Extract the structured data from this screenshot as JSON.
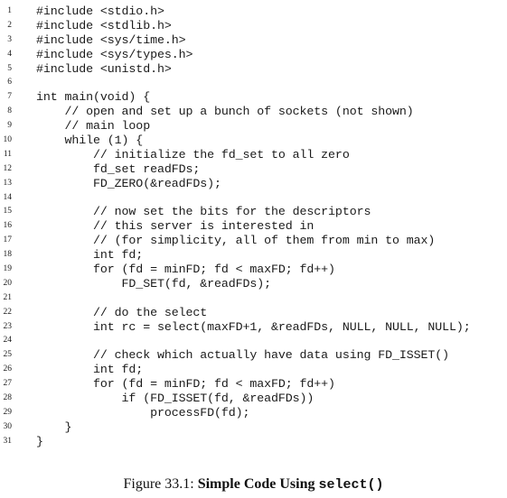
{
  "listing": {
    "lines": [
      {
        "number": "1",
        "code": "#include <stdio.h>"
      },
      {
        "number": "2",
        "code": "#include <stdlib.h>"
      },
      {
        "number": "3",
        "code": "#include <sys/time.h>"
      },
      {
        "number": "4",
        "code": "#include <sys/types.h>"
      },
      {
        "number": "5",
        "code": "#include <unistd.h>"
      },
      {
        "number": "6",
        "code": ""
      },
      {
        "number": "7",
        "code": "int main(void) {"
      },
      {
        "number": "8",
        "code": "    // open and set up a bunch of sockets (not shown)"
      },
      {
        "number": "9",
        "code": "    // main loop"
      },
      {
        "number": "10",
        "code": "    while (1) {"
      },
      {
        "number": "11",
        "code": "        // initialize the fd_set to all zero"
      },
      {
        "number": "12",
        "code": "        fd_set readFDs;"
      },
      {
        "number": "13",
        "code": "        FD_ZERO(&readFDs);"
      },
      {
        "number": "14",
        "code": ""
      },
      {
        "number": "15",
        "code": "        // now set the bits for the descriptors"
      },
      {
        "number": "16",
        "code": "        // this server is interested in"
      },
      {
        "number": "17",
        "code": "        // (for simplicity, all of them from min to max)"
      },
      {
        "number": "18",
        "code": "        int fd;"
      },
      {
        "number": "19",
        "code": "        for (fd = minFD; fd < maxFD; fd++)"
      },
      {
        "number": "20",
        "code": "            FD_SET(fd, &readFDs);"
      },
      {
        "number": "21",
        "code": ""
      },
      {
        "number": "22",
        "code": "        // do the select"
      },
      {
        "number": "23",
        "code": "        int rc = select(maxFD+1, &readFDs, NULL, NULL, NULL);"
      },
      {
        "number": "24",
        "code": ""
      },
      {
        "number": "25",
        "code": "        // check which actually have data using FD_ISSET()"
      },
      {
        "number": "26",
        "code": "        int fd;"
      },
      {
        "number": "27",
        "code": "        for (fd = minFD; fd < maxFD; fd++)"
      },
      {
        "number": "28",
        "code": "            if (FD_ISSET(fd, &readFDs))"
      },
      {
        "number": "29",
        "code": "                processFD(fd);"
      },
      {
        "number": "30",
        "code": "    }"
      },
      {
        "number": "31",
        "code": "}"
      }
    ]
  },
  "caption": {
    "prefix": "Figure 33.1: ",
    "title": "Simple Code Using ",
    "code": "select()"
  }
}
